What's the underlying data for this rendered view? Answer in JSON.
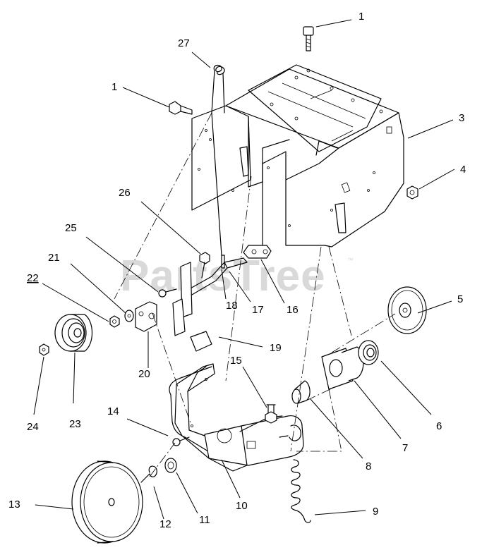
{
  "watermark": {
    "text": "PartsTree",
    "trademark": "™"
  },
  "callouts": [
    {
      "id": "c1a",
      "label": "1"
    },
    {
      "id": "c1b",
      "label": "1"
    },
    {
      "id": "c3",
      "label": "3"
    },
    {
      "id": "c4",
      "label": "4"
    },
    {
      "id": "c5",
      "label": "5"
    },
    {
      "id": "c6",
      "label": "6"
    },
    {
      "id": "c7",
      "label": "7"
    },
    {
      "id": "c8",
      "label": "8"
    },
    {
      "id": "c9",
      "label": "9"
    },
    {
      "id": "c10",
      "label": "10"
    },
    {
      "id": "c11",
      "label": "11"
    },
    {
      "id": "c12",
      "label": "12"
    },
    {
      "id": "c13",
      "label": "13"
    },
    {
      "id": "c14",
      "label": "14"
    },
    {
      "id": "c15",
      "label": "15"
    },
    {
      "id": "c16",
      "label": "16"
    },
    {
      "id": "c17",
      "label": "17"
    },
    {
      "id": "c18",
      "label": "18"
    },
    {
      "id": "c19",
      "label": "19"
    },
    {
      "id": "c20",
      "label": "20"
    },
    {
      "id": "c21",
      "label": "21"
    },
    {
      "id": "c22",
      "label": "22"
    },
    {
      "id": "c23",
      "label": "23"
    },
    {
      "id": "c24",
      "label": "24"
    },
    {
      "id": "c25",
      "label": "25"
    },
    {
      "id": "c26",
      "label": "26"
    },
    {
      "id": "c27",
      "label": "27"
    }
  ]
}
